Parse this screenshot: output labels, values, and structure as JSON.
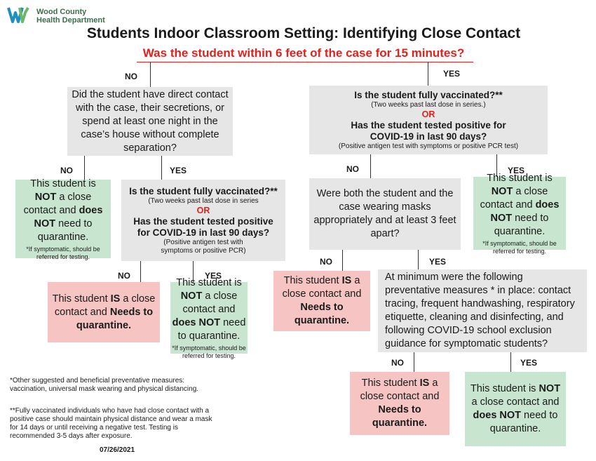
{
  "header": {
    "logo_line1": "Wood County",
    "logo_line2": "Health Department",
    "title": "Students Indoor Classroom Setting: Identifying Close Contact",
    "subtitle": "Was the student within 6 feet of the case for 15 minutes?"
  },
  "labels": {
    "no": "NO",
    "yes": "YES",
    "or": "OR"
  },
  "q_direct_contact": "Did the student have direct contact with the case, their secretions, or spend at least one night in the case’s house without complete separation?",
  "q_vacc_right": {
    "line1": "Is the student fully vaccinated?**",
    "line2": "(Two weeks past last dose in series.)",
    "line3": "Has the student tested positive for COVID-19 in last 90 days?",
    "line4": "(Positive antigen test with symptoms or positive PCR test)"
  },
  "q_vacc_left": {
    "line1": "Is the student fully vaccinated?**",
    "line2": "(Two weeks past last dose in series",
    "line3": "Has the student tested positive for COVID-19 in last 90 days?",
    "line4": "(Positive antigen test with symptoms or positive PCR)"
  },
  "q_masks": "Were both the student and the case wearing masks appropriately and at least 3 feet apart?",
  "q_measures": "At minimum were the following preventative measures * in place: contact tracing, frequent handwashing, respiratory etiquette, cleaning and disinfecting, and following COVID-19 school exclusion guidance for symptomatic students?",
  "outcome_not": {
    "a": "This student is ",
    "b": "NOT",
    "c": " a close contact and ",
    "d": "does NOT",
    "e": " need to quarantine.",
    "note": "*If symptomatic, should be referred for testing."
  },
  "outcome_is": {
    "a": "This student ",
    "b": "IS",
    "c": " a close contact and ",
    "d": "Needs to quarantine."
  },
  "footnotes": {
    "f1": "*Other suggested and beneficial preventative measures: vaccination, universal mask wearing and physical distancing.",
    "f2": "**Fully vaccinated individuals who have had close contact with a positive case should maintain physical distance and wear a mask for 14 days or until receiving a negative test. Testing is recommended 3-5 days after exposure.",
    "date": "07/26/2021"
  },
  "colors": {
    "gray_box": "#e6e6e6",
    "green_box": "#c8e6cf",
    "pink_box": "#f6c5c3",
    "accent_red": "#e0221f",
    "logo_blue": "#1f8fbf",
    "logo_green": "#3c6e4c"
  }
}
